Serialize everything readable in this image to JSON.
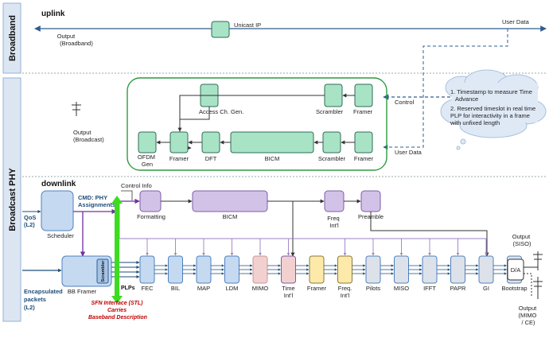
{
  "colors": {
    "band_fill": "#dce6f2",
    "band_stroke": "#95b3d7",
    "mint": "#a9e3c6",
    "mint_stroke": "#2e6d55",
    "lavender": "#d3c2e8",
    "lavender_stroke": "#7b5ea7",
    "blue_block": "#c5d9f1",
    "blue_stroke": "#4f81bd",
    "pink": "#f2d0d0",
    "yellow": "#fde9a9",
    "grey_block": "#dde2ea",
    "frame_green": "#2e9a42",
    "dark_blue": "#1f4e79",
    "purple": "#7030a0",
    "bright_green": "#3cdc1e",
    "red_text": "#c00000"
  },
  "bands": {
    "broadband": "Broadband",
    "phy": "Broadcast PHY"
  },
  "uplink": {
    "title": "uplink",
    "unicast_ip": "Unicast IP",
    "user_data_top": "User Data",
    "output_broadband": [
      "Output",
      "(Broadband)"
    ],
    "control": "Control",
    "user_data_side": "User Data",
    "output_broadcast": [
      "Output",
      "(Broadcast)"
    ],
    "access_ch_gen": "Access Ch. Gen.",
    "scrambler": "Scrambler",
    "framer": "Framer",
    "ofdm_gen": [
      "OFDM",
      "Gen"
    ],
    "dft": "DFT",
    "bicm": "BICM"
  },
  "cloud": {
    "lines": [
      "1. Timestamp to measure Time",
      "Advance",
      "2. Reserved timeslot in real time",
      "PLP for interactivity in a frame",
      "with unfixed length"
    ]
  },
  "downlink": {
    "title": "downlink",
    "control_info": "Control Info",
    "cmd": [
      "CMD: PHY",
      "Assignments"
    ],
    "formatting": "Formatting",
    "bicm": "BICM",
    "freq_intl": [
      "Freq",
      "Int'l"
    ],
    "preamble": "Preamble",
    "qos": [
      "QoS",
      "(L2)"
    ],
    "scheduler": "Scheduler",
    "bb_framer": "BB Framer",
    "scrambler_vertical": "Scrambler",
    "plps": "PLPs",
    "encapsulated": [
      "Encapsulated",
      "packets",
      "(L2)"
    ],
    "sfn_lines": [
      "SFN Interface (STL)",
      "Carries",
      "Baseband Description"
    ],
    "chain": [
      {
        "label": "FEC",
        "lines": [
          "FEC"
        ]
      },
      {
        "label": "BIL",
        "lines": [
          "BIL"
        ]
      },
      {
        "label": "MAP",
        "lines": [
          "MAP"
        ]
      },
      {
        "label": "LDM",
        "lines": [
          "LDM"
        ]
      },
      {
        "label": "MIMO",
        "lines": [
          "MIMO"
        ]
      },
      {
        "label": "Time Int'l",
        "lines": [
          "Time",
          "Int'l"
        ]
      },
      {
        "label": "Framer",
        "lines": [
          "Framer"
        ]
      },
      {
        "label": "Freq. Int'l",
        "lines": [
          "Freq.",
          "Int'l"
        ]
      },
      {
        "label": "Pilots",
        "lines": [
          "Pilots"
        ]
      },
      {
        "label": "MISO",
        "lines": [
          "MISO"
        ]
      },
      {
        "label": "IFFT",
        "lines": [
          "IFFT"
        ]
      },
      {
        "label": "PAPR",
        "lines": [
          "PAPR"
        ]
      },
      {
        "label": "GI",
        "lines": [
          "GI"
        ]
      },
      {
        "label": "Bootstrap",
        "lines": [
          "Bootstrap"
        ]
      }
    ],
    "da": "D/A",
    "output_siso": [
      "Output",
      "(SISO)"
    ],
    "output_mimo": [
      "Output",
      "(MIMO",
      "/ CE)"
    ]
  }
}
